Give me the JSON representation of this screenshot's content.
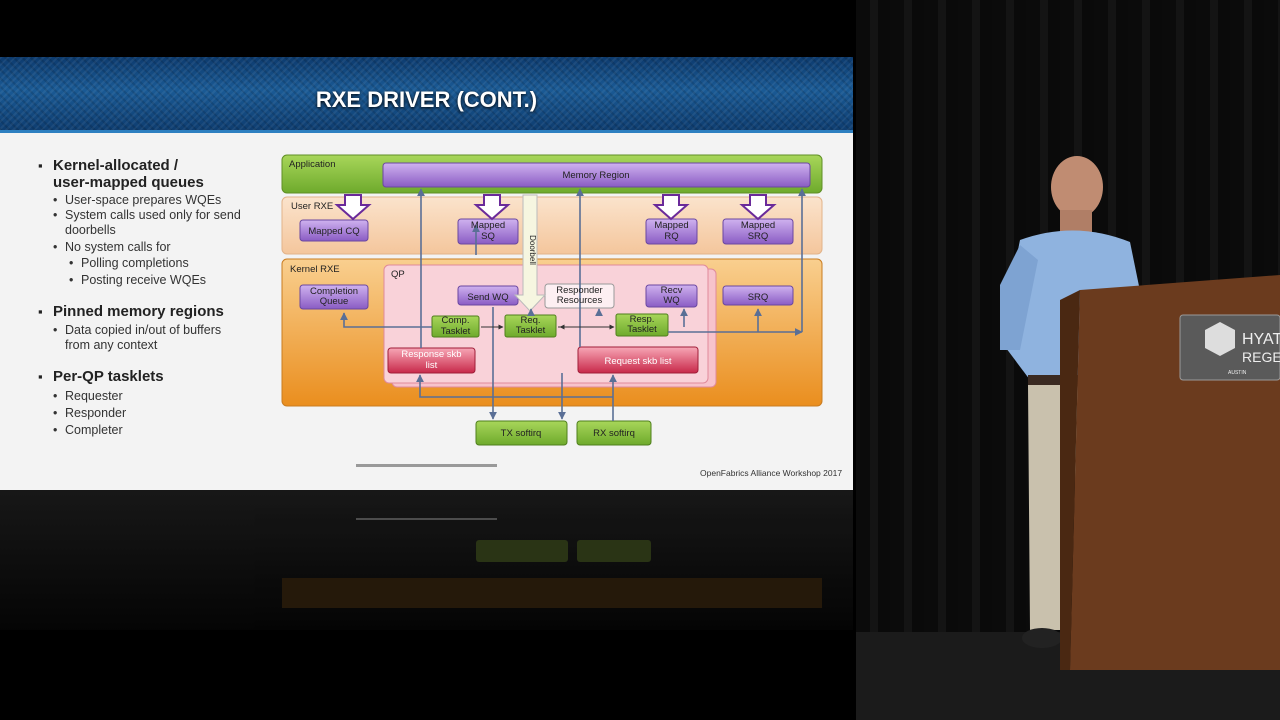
{
  "slide": {
    "title": "RXE DRIVER (CONT.)",
    "footer": "OpenFabrics Alliance Workshop 2017",
    "bullets": [
      {
        "text": "Kernel-allocated /",
        "text2": "user-mapped queues"
      },
      {
        "text": "User-space prepares WQEs"
      },
      {
        "text": "System calls used only for send",
        "text2": "doorbells"
      },
      {
        "text": "No system calls for"
      },
      {
        "text": "Polling completions"
      },
      {
        "text": "Posting receive WQEs"
      },
      {
        "text": "Pinned memory regions"
      },
      {
        "text": "Data copied in/out of buffers",
        "text2": "from any context"
      },
      {
        "text": "Per-QP tasklets"
      },
      {
        "text": "Requester"
      },
      {
        "text": "Responder"
      },
      {
        "text": "Completer"
      }
    ]
  },
  "diagram": {
    "layers": {
      "application": "Application",
      "user_rxe": "User RXE",
      "kernel_rxe": "Kernel RXE",
      "qp": "QP"
    },
    "memory_region": "Memory Region",
    "mapped_cq": "Mapped CQ",
    "mapped_sq": "Mapped\nSQ",
    "mapped_rq": "Mapped\nRQ",
    "mapped_srq": "Mapped\nSRQ",
    "completion_queue": "Completion\nQueue",
    "send_wq": "Send WQ",
    "responder_resources": "Responder\nResources",
    "recv_wq": "Recv\nWQ",
    "srq": "SRQ",
    "doorbell": "Doorbell",
    "comp_tasklet": "Comp.\nTasklet",
    "req_tasklet": "Req.\nTasklet",
    "resp_tasklet": "Resp.\nTasklet",
    "response_skb": "Response skb\nlist",
    "request_skb": "Request skb list",
    "tx_softirq": "TX softirq",
    "rx_softirq": "RX softirq"
  },
  "colors": {
    "green": "#8dc63f",
    "purple": "#a57ad6",
    "pink": "#e64d6e",
    "orange": "#f3a43f"
  }
}
